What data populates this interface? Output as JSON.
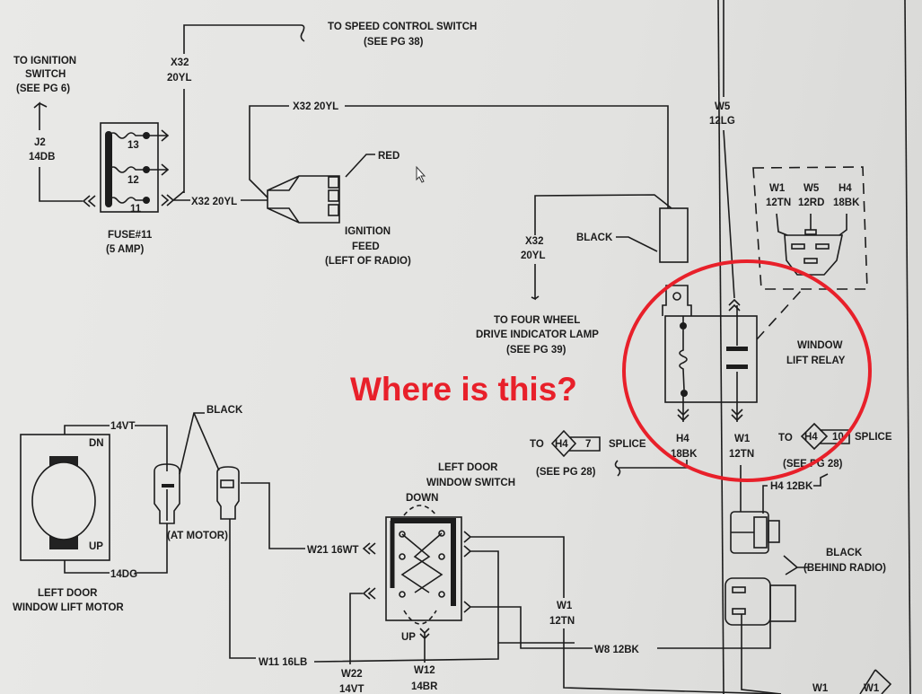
{
  "annotation": {
    "question": "Where is this?",
    "color": "#e8202a"
  },
  "labels": {
    "speed_control": [
      "TO SPEED CONTROL SWITCH",
      "(SEE PG 38)"
    ],
    "ignition_switch": [
      "TO IGNITION",
      "SWITCH",
      "(SEE PG 6)"
    ],
    "j2": [
      "J2",
      "14DB"
    ],
    "x32_top": [
      "X32",
      "20YL"
    ],
    "x32_upper_run": "X32 20YL",
    "x32_fuse_out": "X32 20YL",
    "fuses": [
      "13",
      "12",
      "11"
    ],
    "fuse_name": [
      "FUSE#11",
      "(5 AMP)"
    ],
    "red": "RED",
    "ignition_feed": [
      "IGNITION",
      "FEED",
      "(LEFT OF RADIO)"
    ],
    "black_upper": "BLACK",
    "x32_4wd": [
      "X32",
      "20YL"
    ],
    "four_wheel": [
      "TO FOUR WHEEL",
      "DRIVE INDICATOR LAMP",
      "(SEE PG 39)"
    ],
    "w5": [
      "W5",
      "12LG"
    ],
    "relay_pins": [
      [
        "W1",
        "12TN"
      ],
      [
        "W5",
        "12RD"
      ],
      [
        "H4",
        "18BK"
      ]
    ],
    "relay_name": [
      "WINDOW",
      "LIFT RELAY"
    ],
    "relay_out_h4": [
      "H4",
      "18BK"
    ],
    "relay_out_w1": [
      "W1",
      "12TN"
    ],
    "splice_left": {
      "to": "TO",
      "wire": "H4",
      "num": "7",
      "splice": "SPLICE",
      "see": "(SEE PG 28)"
    },
    "splice_right": {
      "to": "TO",
      "wire": "H4",
      "num": "10",
      "splice": "SPLICE",
      "see": "(SEE PG 28)"
    },
    "h4_12bk": "H4 12BK",
    "black_behind_radio": [
      "BLACK",
      "(BEHIND RADIO)"
    ],
    "motor": {
      "dn": "DN",
      "up": "UP",
      "w14vt": "14VT",
      "w14dg": "14DG",
      "name": [
        "LEFT DOOR",
        "WINDOW LIFT MOTOR"
      ]
    },
    "black_motor": "BLACK",
    "at_motor": "(AT MOTOR)",
    "switch_name": [
      "LEFT DOOR",
      "WINDOW SWITCH"
    ],
    "down": "DOWN",
    "up": "UP",
    "w21": "W21 16WT",
    "w11": "W11 16LB",
    "w22": [
      "W22",
      "14VT"
    ],
    "w12": [
      "W12",
      "14BR"
    ],
    "w1_switch": [
      "W1",
      "12TN"
    ],
    "w8": "W8 12BK",
    "w1_bottom": "W1",
    "w1_diamond": "W1"
  }
}
